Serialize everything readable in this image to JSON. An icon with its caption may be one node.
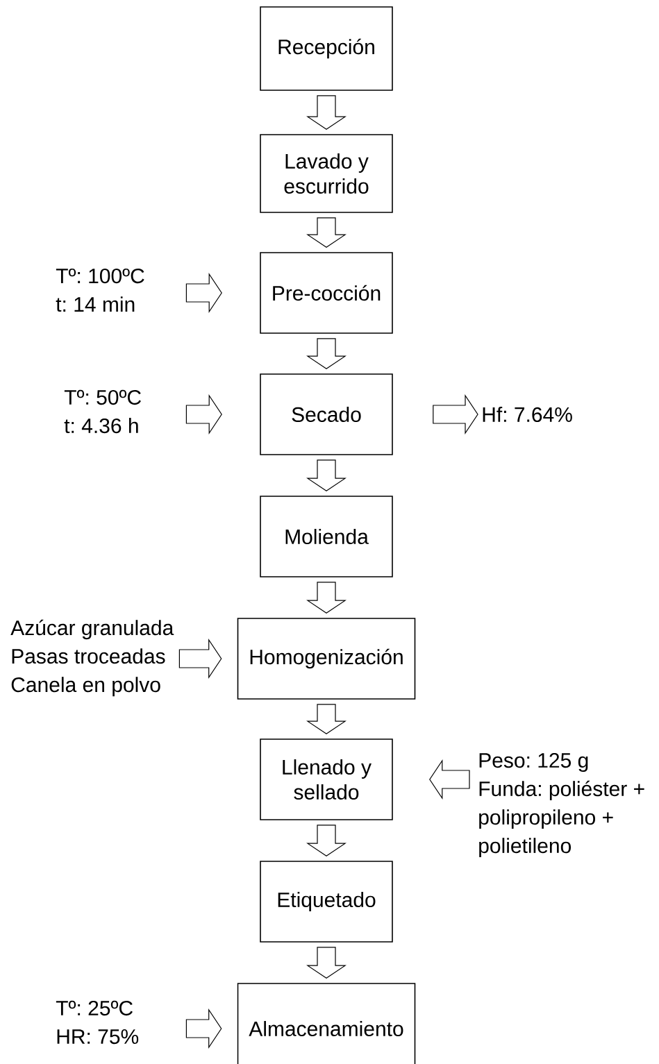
{
  "diagram": {
    "nodes": [
      {
        "text": [
          "Recepción"
        ]
      },
      {
        "text": [
          "Lavado y escurrido"
        ]
      },
      {
        "text": [
          "Pre-cocción"
        ]
      },
      {
        "text": [
          "Tº: 100ºC",
          "t: 14 min"
        ]
      },
      {
        "text": [
          "Secado"
        ]
      },
      {
        "text": [
          "Tº: 50ºC",
          "t: 4.36 h"
        ]
      },
      {
        "text": [
          "Hf: 7.64%"
        ]
      },
      {
        "text": [
          "Molienda"
        ]
      },
      {
        "text": [
          "Homogenización"
        ]
      },
      {
        "text": [
          "Azúcar granulada",
          "Pasas troceadas",
          "Canela en polvo"
        ]
      },
      {
        "text": [
          "Llenado y sellado"
        ]
      },
      {
        "text": [
          "Peso: 125 g",
          "Funda: poliéster + polipropileno + polietileno"
        ]
      },
      {
        "text": [
          "Etiquetado"
        ]
      },
      {
        "text": [
          "Almacenamiento"
        ]
      },
      {
        "text": [
          "Tº: 25ºC",
          "HR: 75%"
        ]
      }
    ],
    "edges": [
      {
        "from": 0,
        "to": 1,
        "arrow": "to"
      },
      {
        "from": 1,
        "to": 2,
        "arrow": "to"
      },
      {
        "from": 3,
        "to": 2,
        "arrow": "to"
      },
      {
        "from": 2,
        "to": 4,
        "arrow": "to"
      },
      {
        "from": 5,
        "to": 4,
        "arrow": "to"
      },
      {
        "from": 4,
        "to": 6,
        "arrow": "to"
      },
      {
        "from": 4,
        "to": 7,
        "arrow": "to"
      },
      {
        "from": 7,
        "to": 8,
        "arrow": "to"
      },
      {
        "from": 9,
        "to": 8,
        "arrow": "to"
      },
      {
        "from": 8,
        "to": 10,
        "arrow": "to"
      },
      {
        "from": 11,
        "to": 10,
        "arrow": "to"
      },
      {
        "from": 10,
        "to": 12,
        "arrow": "to"
      },
      {
        "from": 12,
        "to": 13,
        "arrow": "to"
      },
      {
        "from": 14,
        "to": 13,
        "arrow": "to"
      }
    ]
  }
}
